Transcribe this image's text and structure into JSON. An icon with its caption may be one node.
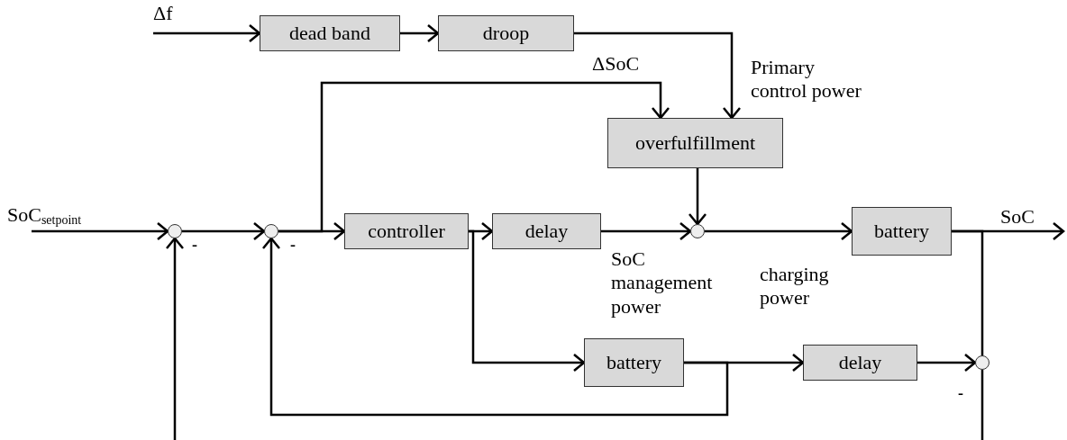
{
  "diagram": {
    "nodes": [
      {
        "text": [
          "dead band"
        ]
      },
      {
        "text": [
          "droop"
        ]
      },
      {
        "text": [
          "overfulfillment"
        ]
      },
      {
        "text": [],
        "shape": "circle"
      },
      {
        "text": [],
        "shape": "circle"
      },
      {
        "text": [
          "controller"
        ]
      },
      {
        "text": [
          "delay"
        ]
      },
      {
        "text": [],
        "shape": "circle"
      },
      {
        "text": [
          "battery"
        ]
      },
      {
        "text": [
          "battery"
        ]
      },
      {
        "text": [
          "delay"
        ]
      },
      {
        "text": [],
        "shape": "circle"
      }
    ],
    "edges": [
      {
        "from": null,
        "to": 0,
        "arrow": "to",
        "label": "Δf"
      },
      {
        "from": 0,
        "to": 1,
        "arrow": "to"
      },
      {
        "from": 1,
        "to": 2,
        "arrow": "to",
        "label": "Primary control power"
      },
      {
        "from": 4,
        "to": 2,
        "arrow": "to",
        "label": "ΔSoC"
      },
      {
        "from": null,
        "to": 3,
        "arrow": "to",
        "label": "SoC$_{setpoint}$"
      },
      {
        "from": 3,
        "to": 4,
        "arrow": "to"
      },
      {
        "from": 4,
        "to": 5,
        "arrow": "to"
      },
      {
        "from": 5,
        "to": 6,
        "arrow": "to"
      },
      {
        "from": 5,
        "to": 9,
        "arrow": "to"
      },
      {
        "from": 6,
        "to": 7,
        "arrow": "to",
        "label": "SoC management power"
      },
      {
        "from": 2,
        "to": 7,
        "arrow": "to"
      },
      {
        "from": 7,
        "to": 8,
        "arrow": "to",
        "label": "charging power"
      },
      {
        "from": 8,
        "to": null,
        "arrow": "to",
        "label": "SoC"
      },
      {
        "from": 8,
        "to": 11,
        "arrow": "none"
      },
      {
        "from": 10,
        "to": 11,
        "arrow": "to"
      },
      {
        "from": 9,
        "to": 10,
        "arrow": "to"
      },
      {
        "from": 9,
        "to": 4,
        "arrow": "to"
      },
      {
        "from": 11,
        "to": null,
        "arrow": "none"
      },
      {
        "from": null,
        "to": 3,
        "arrow": "to"
      }
    ],
    "labels": [
      "-",
      "-",
      "-"
    ]
  }
}
